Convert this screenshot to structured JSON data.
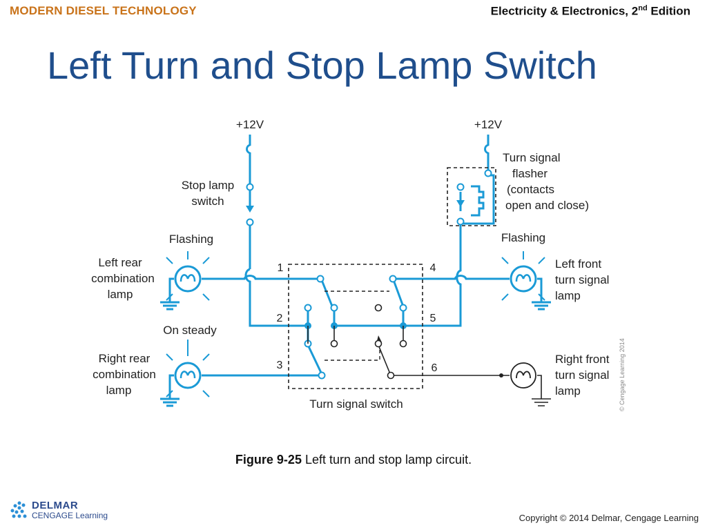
{
  "header": {
    "brand": "MODERN DIESEL TECHNOLOGY",
    "book_title": "Electricity & Electronics, 2",
    "book_title_sup": "nd",
    "book_title_tail": " Edition"
  },
  "slide": {
    "title": "Left Turn and Stop Lamp Switch"
  },
  "diagram": {
    "supply_left": "+12V",
    "supply_right": "+12V",
    "stop_lamp_switch": [
      "Stop lamp",
      "switch"
    ],
    "flasher": [
      "Turn signal",
      "flasher",
      "(contacts",
      "open and close)"
    ],
    "left_rear_status": "Flashing",
    "left_rear_label": [
      "Left rear",
      "combination",
      "lamp"
    ],
    "right_rear_status": "On steady",
    "right_rear_label": [
      "Right rear",
      "combination",
      "lamp"
    ],
    "left_front_status": "Flashing",
    "left_front_label": [
      "Left front",
      "turn signal",
      "lamp"
    ],
    "right_front_label": [
      "Right front",
      "turn signal",
      "lamp"
    ],
    "switch_label": "Turn signal switch",
    "terminals": [
      "1",
      "2",
      "3",
      "4",
      "5",
      "6"
    ],
    "credit": "© Cengage Learning 2014",
    "colors": {
      "active": "#1a9ad6",
      "inactive": "#222222"
    }
  },
  "caption": {
    "bold": "Figure 9-25",
    "text": " Left turn and stop lamp circuit."
  },
  "footer": {
    "logo_line1": "DELMAR",
    "logo_line2": "CENGAGE Learning",
    "logo_icon": "delmar-dots-logo",
    "copyright": "Copyright © 2014 Delmar, Cengage Learning"
  }
}
